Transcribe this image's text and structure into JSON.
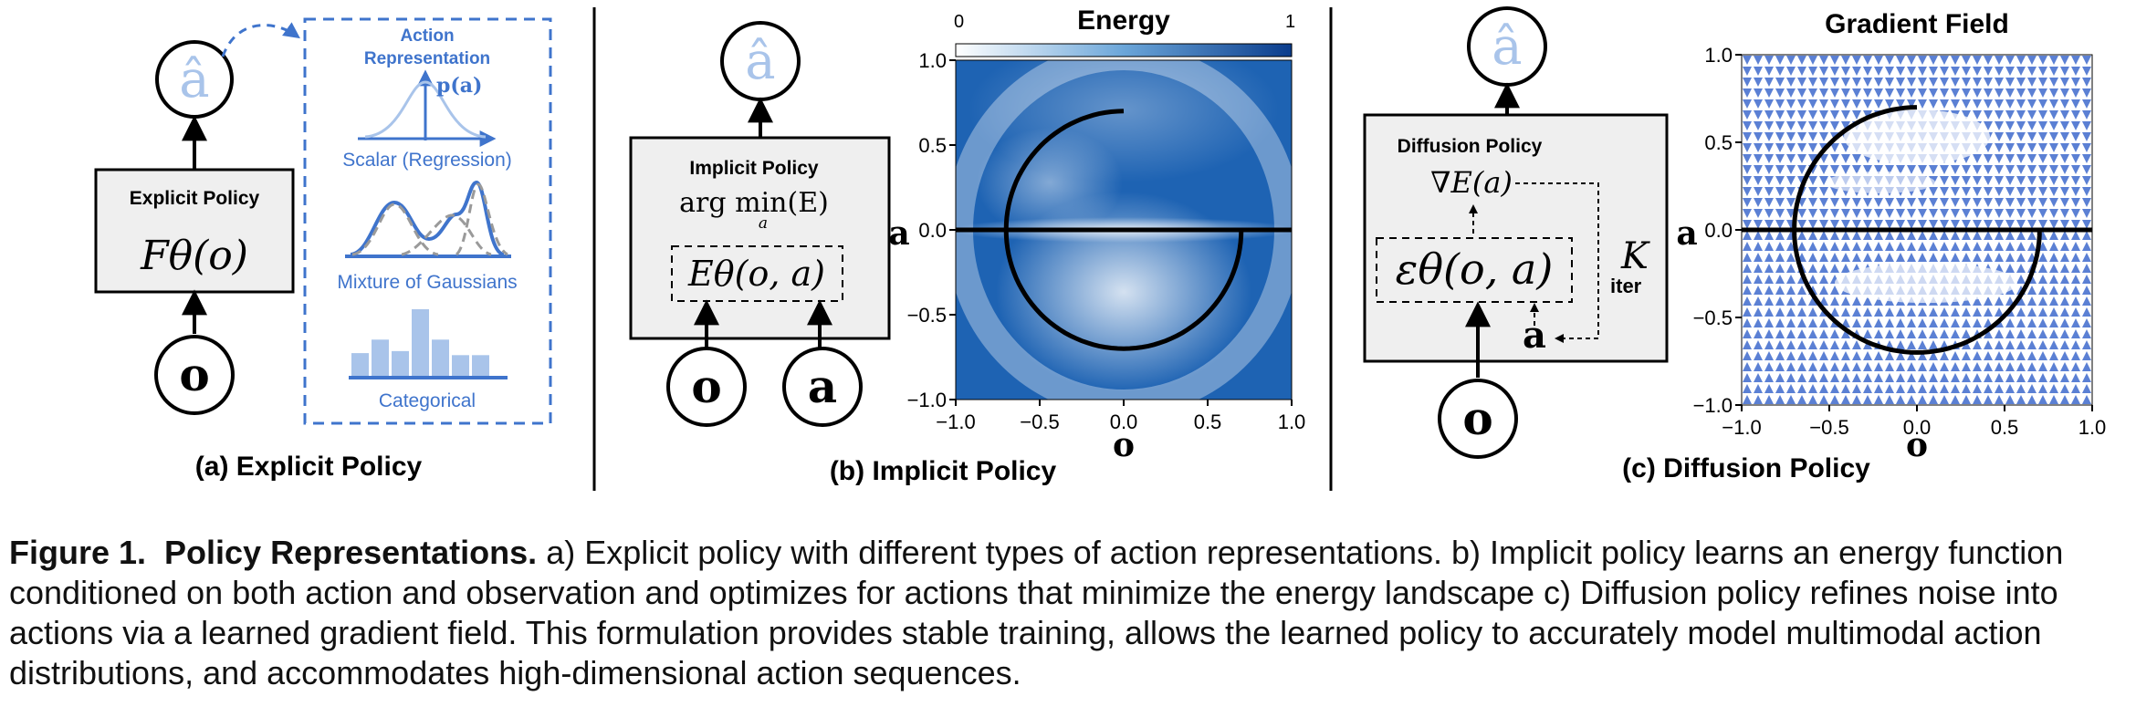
{
  "panel_a": {
    "output_symbol": "â",
    "box_title": "Explicit Policy",
    "box_formula": "Fθ(o)",
    "input_symbol": "o",
    "action_rep_title_1": "Action",
    "action_rep_title_2": "Representation",
    "pa_label": "p(a)",
    "scalar_label": "Scalar (Regression)",
    "mog_label": "Mixture of Gaussians",
    "categorical_label": "Categorical",
    "categorical_values": [
      0.35,
      0.55,
      0.38,
      1.0,
      0.55,
      0.32,
      0.32
    ],
    "subcaption": "(a) Explicit Policy"
  },
  "panel_b": {
    "output_symbol": "â",
    "box_title": "Implicit Policy",
    "argmin_text": "arg min(E)",
    "argmin_sub": "a",
    "energy_formula": "Eθ(o, a)",
    "input_o": "o",
    "input_a": "a",
    "colorbar_title": "Energy",
    "colorbar_min": "0",
    "colorbar_max": "1",
    "subcaption": "(b) Implicit Policy"
  },
  "panel_c": {
    "output_symbol": "â",
    "box_title": "Diffusion Policy",
    "grad_formula": "∇E(a)",
    "eps_formula": "εθ(o, a)",
    "a_symbol": "a",
    "k_label": "K",
    "iter_label": "iter",
    "input_symbol": "o",
    "plot_title": "Gradient Field",
    "subcaption": "(c) Diffusion Policy"
  },
  "axes": {
    "x_ticks": [
      "−1.0",
      "−0.5",
      "0.0",
      "0.5",
      "1.0"
    ],
    "y_ticks": [
      "1.0",
      "0.5",
      "0.0",
      "−0.5",
      "−1.0"
    ],
    "x_label": "o",
    "y_label": "a"
  },
  "colors": {
    "accent_blue": "#3f74cc",
    "light_blue": "#a9c4ea",
    "box_fill": "#efefef",
    "arrow_blue": "#5b80d4",
    "energy_dark": "#0a3c8c",
    "energy_light": "#ffffff"
  },
  "caption": {
    "figure_label": "Figure 1.",
    "title": "Policy Representations.",
    "body": " a) Explicit policy with different types of action representations. b) Implicit policy learns an energy function conditioned on both action and observation and optimizes for actions that minimize the energy landscape c) Diffusion policy refines noise into actions via a learned gradient field. This formulation provides stable training, allows the learned policy to accurately model multimodal action distributions, and accommodates high-dimensional action sequences."
  }
}
